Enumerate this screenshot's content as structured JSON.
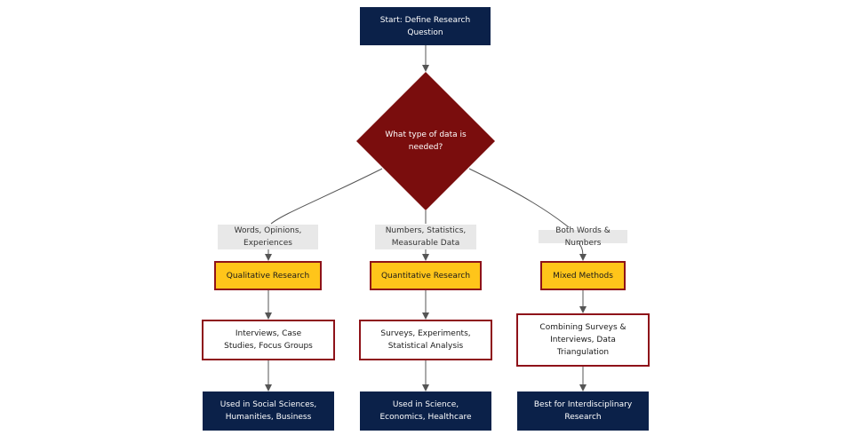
{
  "start": "Start: Define Research Question",
  "decision": "What type of data is needed?",
  "branches": [
    {
      "edge_label": "Words, Opinions, Experiences",
      "type": "Qualitative Research",
      "methods": "Interviews, Case Studies, Focus Groups",
      "usage": "Used in Social Sciences, Humanities, Business"
    },
    {
      "edge_label": "Numbers, Statistics, Measurable Data",
      "type": "Quantitative Research",
      "methods": "Surveys, Experiments, Statistical Analysis",
      "usage": "Used in Science, Economics, Healthcare"
    },
    {
      "edge_label": "Both Words & Numbers",
      "type": "Mixed Methods",
      "methods": "Combining Surveys & Interviews, Data Triangulation",
      "usage": "Best for Interdisciplinary Research"
    }
  ],
  "colors": {
    "dark": "#0b2149",
    "decision": "#7a0d0d",
    "gold": "#ffc51a",
    "border": "#8e1219",
    "edge": "#555555",
    "label_bg": "#e8e8e8"
  }
}
